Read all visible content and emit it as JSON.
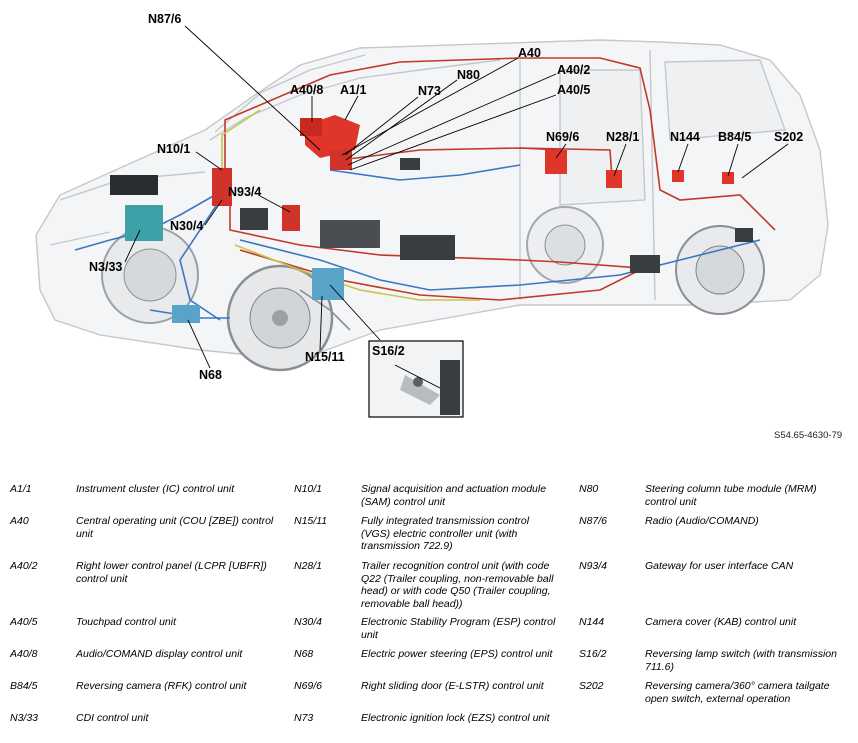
{
  "diagram": {
    "callouts": [
      {
        "id": "N87/6"
      },
      {
        "id": "A40"
      },
      {
        "id": "N80"
      },
      {
        "id": "A40/2"
      },
      {
        "id": "A40/8"
      },
      {
        "id": "A1/1"
      },
      {
        "id": "N73"
      },
      {
        "id": "A40/5"
      },
      {
        "id": "N10/1"
      },
      {
        "id": "N69/6"
      },
      {
        "id": "N28/1"
      },
      {
        "id": "N144"
      },
      {
        "id": "B84/5"
      },
      {
        "id": "S202"
      },
      {
        "id": "N93/4"
      },
      {
        "id": "N30/4"
      },
      {
        "id": "N3/33"
      },
      {
        "id": "S16/2"
      },
      {
        "id": "N15/11"
      },
      {
        "id": "N68"
      }
    ],
    "reference": "S54.65-4630-79",
    "colors": {
      "wire_red": "#c0392b",
      "wire_blue": "#3a78c4",
      "wire_yellow": "#c9c24a",
      "wire_grey": "#8a8f96",
      "component_red": "#e0362a",
      "component_teal": "#3ea0a8"
    }
  },
  "legend": {
    "columns": [
      [
        {
          "code": "A1/1",
          "desc": "Instrument cluster (IC) control unit"
        },
        {
          "code": "A40",
          "desc": "Central operating unit (COU [ZBE]) control unit"
        },
        {
          "code": "A40/2",
          "desc": "Right lower control panel (LCPR [UBFR]) control unit"
        },
        {
          "code": "A40/5",
          "desc": "Touchpad control unit"
        },
        {
          "code": "A40/8",
          "desc": "Audio/COMAND display control unit"
        },
        {
          "code": "B84/5",
          "desc": "Reversing camera (RFK) control unit"
        },
        {
          "code": "N3/33",
          "desc": "CDI control unit"
        }
      ],
      [
        {
          "code": "N10/1",
          "desc": "Signal acquisition and actuation module (SAM) control unit"
        },
        {
          "code": "N15/11",
          "desc": "Fully integrated transmission control (VGS) electric controller unit (with transmission 722.9)"
        },
        {
          "code": "N28/1",
          "desc": "Trailer recognition control unit (with code Q22 (Trailer coupling, non-removable ball head) or with code Q50 (Trailer coupling, removable ball head))"
        },
        {
          "code": "N30/4",
          "desc": "Electronic Stability Program (ESP) control unit"
        },
        {
          "code": "N68",
          "desc": "Electric power steering (EPS) control unit"
        },
        {
          "code": "N69/6",
          "desc": "Right sliding door (E-LSTR) control unit"
        },
        {
          "code": "N73",
          "desc": "Electronic ignition lock (EZS) control unit"
        }
      ],
      [
        {
          "code": "N80",
          "desc": "Steering column tube module (MRM) control unit"
        },
        {
          "code": "N87/6",
          "desc": "Radio (Audio/COMAND)"
        },
        {
          "code": "N93/4",
          "desc": "Gateway for user interface CAN"
        },
        {
          "code": "N144",
          "desc": "Camera cover (KAB) control unit"
        },
        {
          "code": "S16/2",
          "desc": "Reversing lamp switch (with transmission 711.6)"
        },
        {
          "code": "S202",
          "desc": "Reversing camera/360° camera tailgate open switch, external operation"
        }
      ]
    ]
  }
}
